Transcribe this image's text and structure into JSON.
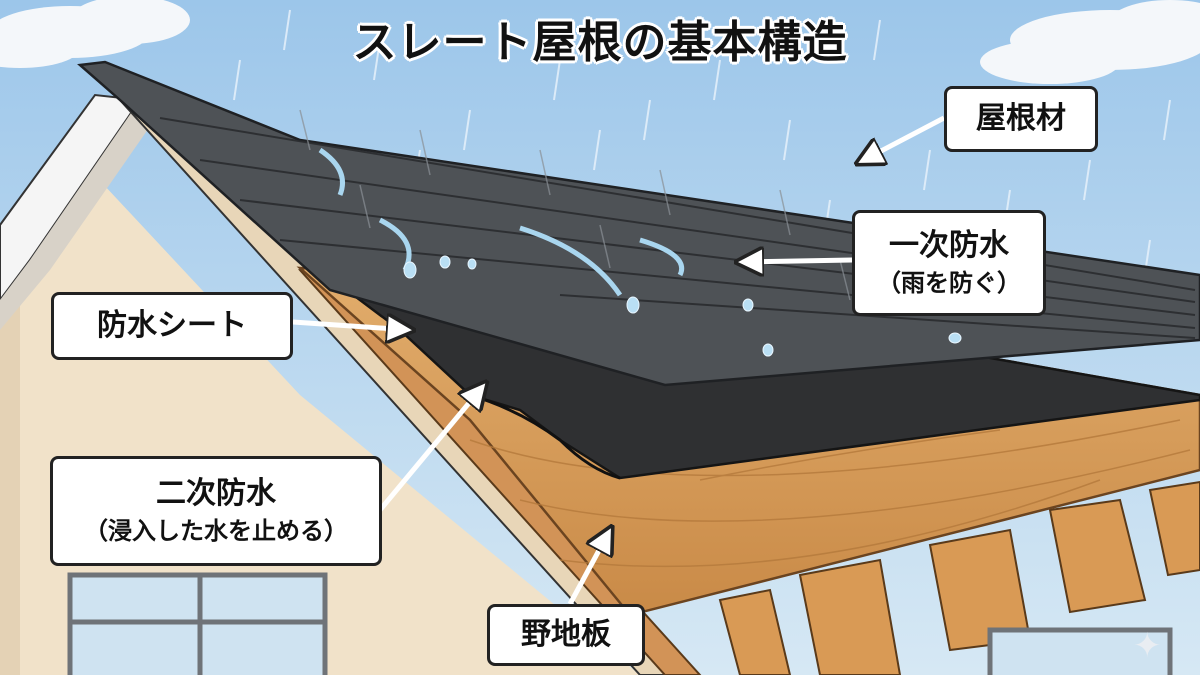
{
  "title": "スレート屋根の基本構造",
  "labels": {
    "roof_material": "屋根材",
    "primary_waterproofing": "一次防水",
    "primary_note": "（雨を防ぐ）",
    "waterproof_sheet": "防水シート",
    "secondary_waterproofing": "二次防水",
    "secondary_note": "（浸入した水を止める）",
    "sheathing_board": "野地板"
  },
  "colors": {
    "sky": "#bcd9f0",
    "slate": "#4e5256",
    "sheet": "#2f3032",
    "wood": "#d9a160",
    "wall": "#f1e2c9",
    "arrow": "#ffffff"
  },
  "icons": {
    "watermark": "sparkle-icon"
  }
}
